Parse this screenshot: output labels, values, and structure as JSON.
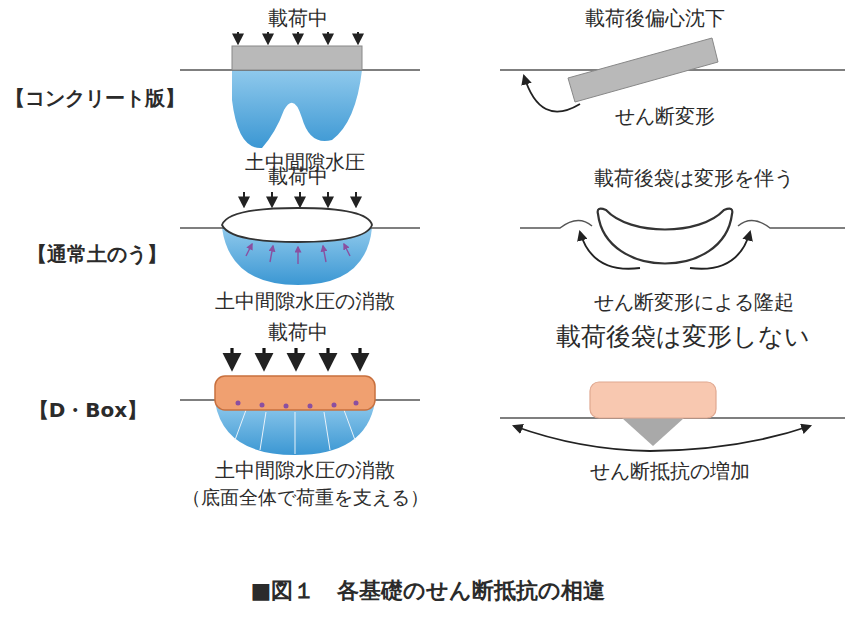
{
  "diagram": {
    "caption": "■図１　各基礎のせん断抵抗の相違",
    "labels": [
      "載荷中",
      "載荷後偏心沈下",
      "【コンクリート版】",
      "土中間隙水圧",
      "せん断変形",
      "載荷中",
      "載荷後袋は変形を伴う",
      "【通常土のう】",
      "土中間隙水圧の消散",
      "せん断変形による隆起",
      "載荷中",
      "載荷後袋は変形しない",
      "【D・Box】",
      "土中間隙水圧の消散",
      "（底面全体で荷重を支える）",
      "せん断抵抗の増加"
    ]
  }
}
